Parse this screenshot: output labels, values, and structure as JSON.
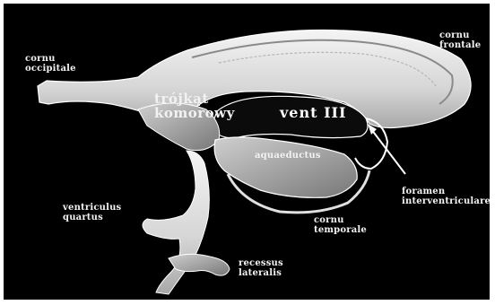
{
  "diagram": {
    "labels": {
      "cornu_occipitale": [
        "cornu",
        "occipitale"
      ],
      "cornu_frontale": [
        "cornu",
        "frontale"
      ],
      "trojkat_komorowy": [
        "trójkąt",
        "komorowy"
      ],
      "vent_iii": "vent III",
      "aquaeductus": "aquaeductus",
      "foramen_interventriculare": [
        "foramen",
        "interventriculare"
      ],
      "cornu_temporale": [
        "cornu",
        "temporale"
      ],
      "ventriculus_quartus": [
        "ventriculus",
        "quartus"
      ],
      "recessus_lateralis": [
        "recessus",
        "lateralis"
      ]
    },
    "colors": {
      "background": "#000000",
      "structure": "#e6e6e6",
      "structure_shade": "#9a9a9a",
      "text": "#f2f2f2"
    }
  }
}
